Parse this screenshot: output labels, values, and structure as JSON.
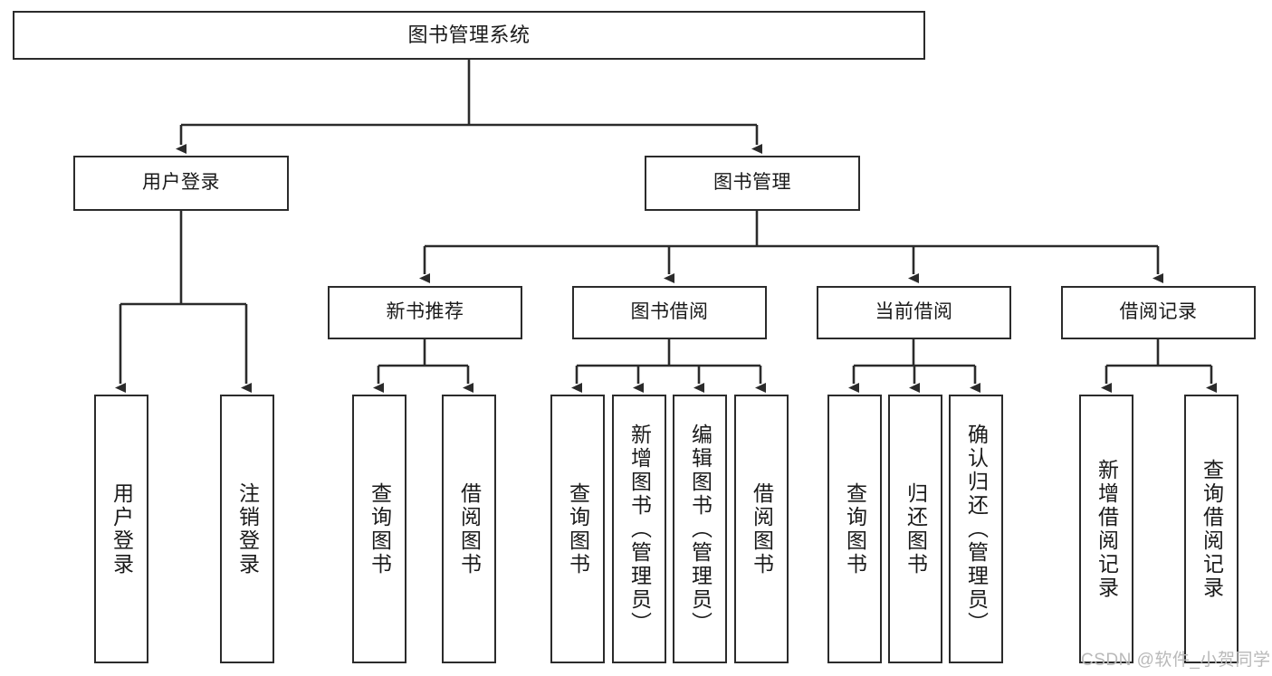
{
  "diagram": {
    "title": "图书管理系统",
    "type": "tree",
    "watermark": "CSDN @软件_小贺同学",
    "colors": {
      "stroke": "#2b2b2b",
      "fill": "#ffffff",
      "text": "#1a1a1a",
      "watermark": "#b9b9b9"
    },
    "nodes": {
      "root": {
        "label": "图书管理系统",
        "level": 0
      },
      "user_login": {
        "label": "用户登录",
        "level": 1
      },
      "book_manage": {
        "label": "图书管理",
        "level": 1
      },
      "new_book_rec": {
        "label": "新书推荐",
        "level": 2
      },
      "book_borrow": {
        "label": "图书借阅",
        "level": 2
      },
      "current_borrow": {
        "label": "当前借阅",
        "level": 2
      },
      "borrow_record": {
        "label": "借阅记录",
        "level": 2
      },
      "leaf_user_login": {
        "label": "用户登录",
        "level": 3
      },
      "leaf_logout": {
        "label": "注销登录",
        "level": 3
      },
      "leaf_query_book_1": {
        "label": "查询图书",
        "level": 3
      },
      "leaf_borrow_book_1": {
        "label": "借阅图书",
        "level": 3
      },
      "leaf_query_book_2": {
        "label": "查询图书",
        "level": 3
      },
      "leaf_add_book": {
        "label": "新增图书（管理员）",
        "level": 3
      },
      "leaf_edit_book": {
        "label": "编辑图书（管理员）",
        "level": 3
      },
      "leaf_borrow_book_2": {
        "label": "借阅图书",
        "level": 3
      },
      "leaf_query_book_3": {
        "label": "查询图书",
        "level": 3
      },
      "leaf_return_book": {
        "label": "归还图书",
        "level": 3
      },
      "leaf_confirm_return": {
        "label": "确认归还（管理员）",
        "level": 3
      },
      "leaf_add_record": {
        "label": "新增借阅记录",
        "level": 3
      },
      "leaf_query_record": {
        "label": "查询借阅记录",
        "level": 3
      }
    }
  }
}
